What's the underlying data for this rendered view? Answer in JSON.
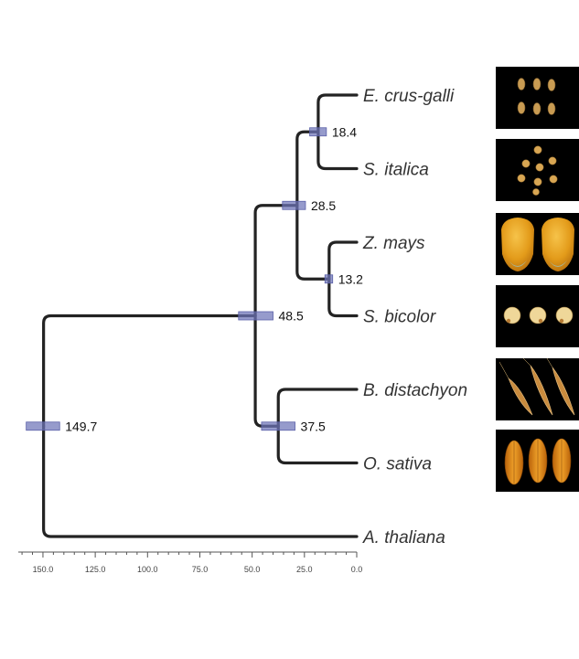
{
  "taxa": [
    {
      "id": "t1",
      "label": "E. crus-galli",
      "icon": "echinochloa-seed-photo"
    },
    {
      "id": "t2",
      "label": "S. italica",
      "icon": "setaria-seed-photo"
    },
    {
      "id": "t3",
      "label": "Z. mays",
      "icon": "maize-kernel-photo"
    },
    {
      "id": "t4",
      "label": "S. bicolor",
      "icon": "sorghum-seed-photo"
    },
    {
      "id": "t5",
      "label": "B. distachyon",
      "icon": "brachypodium-seed-photo"
    },
    {
      "id": "t6",
      "label": "O. sativa",
      "icon": "rice-grain-photo"
    },
    {
      "id": "t7",
      "label": "A. thaliana"
    }
  ],
  "nodes": [
    {
      "id": "n1",
      "label": "18.4",
      "age": 18.4,
      "hpd": [
        14.5,
        22.5
      ],
      "children": [
        "t1",
        "t2"
      ]
    },
    {
      "id": "n2",
      "label": "13.2",
      "age": 13.2,
      "hpd": [
        11.5,
        15.2
      ],
      "children": [
        "t3",
        "t4"
      ]
    },
    {
      "id": "n3",
      "label": "28.5",
      "age": 28.5,
      "hpd": [
        24.5,
        35.5
      ],
      "children": [
        "n1",
        "n2"
      ]
    },
    {
      "id": "n4",
      "label": "37.5",
      "age": 37.5,
      "hpd": [
        29.5,
        45.5
      ],
      "children": [
        "t5",
        "t6"
      ]
    },
    {
      "id": "n5",
      "label": "48.5",
      "age": 48.5,
      "hpd": [
        40.0,
        56.5
      ],
      "children": [
        "n3",
        "n4"
      ]
    },
    {
      "id": "n6",
      "label": "149.7",
      "age": 149.7,
      "hpd": [
        142.0,
        158.0
      ],
      "children": [
        "n5",
        "t7"
      ]
    }
  ],
  "axis": {
    "ticks": [
      {
        "value": 150,
        "label": "150.0"
      },
      {
        "value": 125,
        "label": "125.0"
      },
      {
        "value": 100,
        "label": "100.0"
      },
      {
        "value": 75,
        "label": "75.0"
      },
      {
        "value": 50,
        "label": "50.0"
      },
      {
        "value": 25,
        "label": "25.0"
      },
      {
        "value": 0,
        "label": "0.0"
      }
    ]
  },
  "colors": {
    "branch": "#232323",
    "hpd_bar": "#6e74b8",
    "seed_background": "#000000",
    "seed_gold": "#d49a2a"
  }
}
